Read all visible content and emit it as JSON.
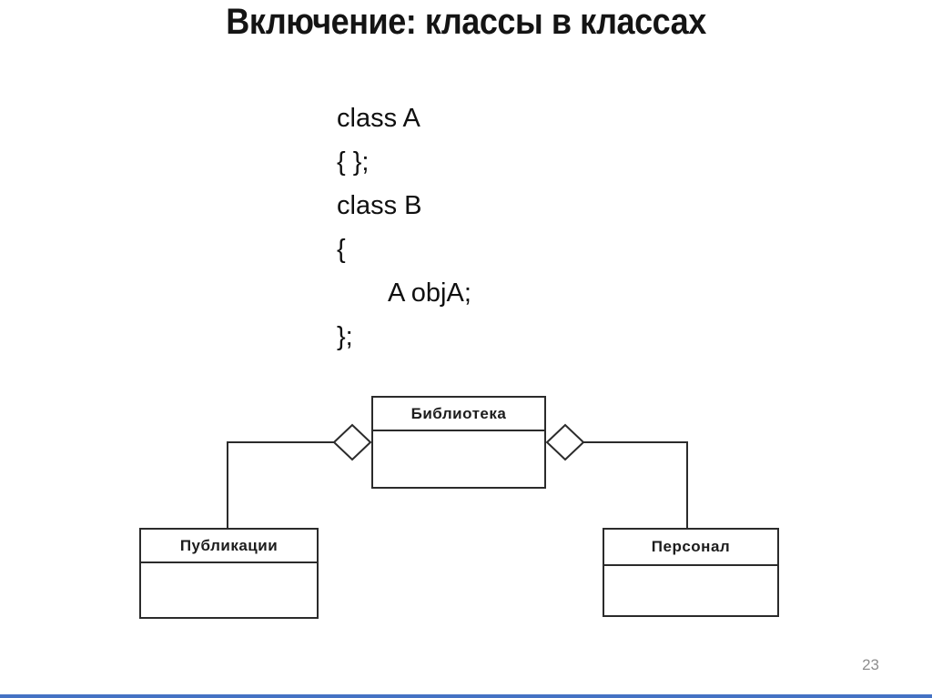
{
  "slide": {
    "title": "Включение: классы в классах",
    "page_number": "23",
    "accent_color": "#4472C4"
  },
  "code": {
    "lines": [
      "class A",
      "{ };",
      "class B",
      "{",
      "A objA;",
      "};"
    ]
  },
  "diagram": {
    "type": "uml-class-diagram",
    "boxes": [
      {
        "name": "Библиотека"
      },
      {
        "name": "Публикации"
      },
      {
        "name": "Персонал"
      }
    ],
    "relations": [
      {
        "from": "Библиотека",
        "to": "Публикации",
        "kind": "aggregation"
      },
      {
        "from": "Библиотека",
        "to": "Персонал",
        "kind": "aggregation"
      }
    ]
  }
}
